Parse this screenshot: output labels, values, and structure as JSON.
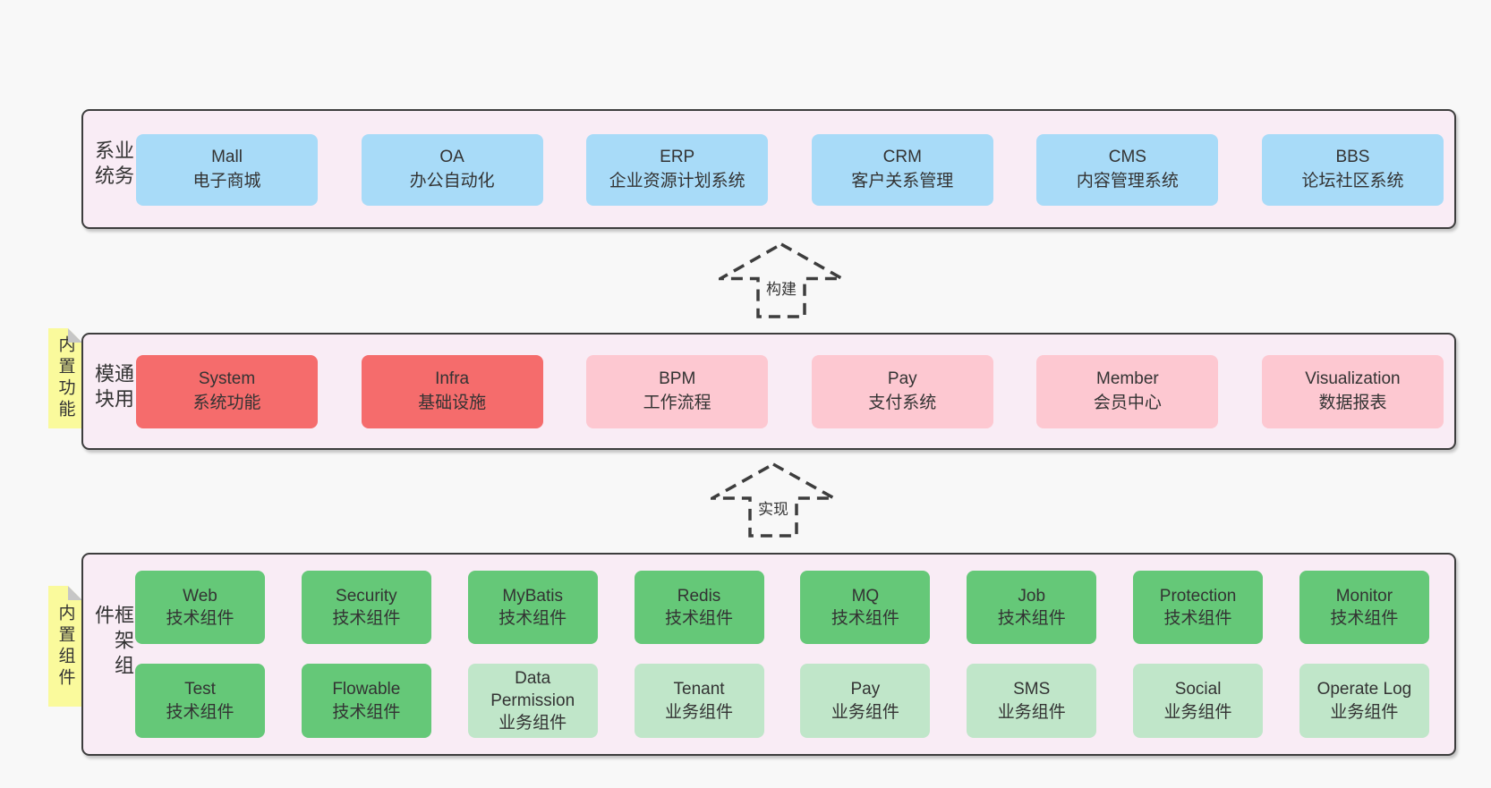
{
  "colors": {
    "page_bg": "#f8f8f8",
    "panel_bg": "#f9ecf5",
    "line": "#3d3d3d",
    "text": "#333333",
    "blue": "#a8dbf8",
    "red": "#f56c6c",
    "pink": "#fdc8d1",
    "green": "#65c878",
    "green_light": "#c0e6c9",
    "yellow": "#fafa9c",
    "fold": "#c6c6c6"
  },
  "arrows": [
    {
      "label": "构建"
    },
    {
      "label": "实现"
    }
  ],
  "layers": [
    {
      "label": "业务系统",
      "boxes": [
        {
          "en": "Mall",
          "zh": "电子商城",
          "variant": "blue"
        },
        {
          "en": "OA",
          "zh": "办公自动化",
          "variant": "blue"
        },
        {
          "en": "ERP",
          "zh": "企业资源计划系统",
          "variant": "blue"
        },
        {
          "en": "CRM",
          "zh": "客户关系管理",
          "variant": "blue"
        },
        {
          "en": "CMS",
          "zh": "内容管理系统",
          "variant": "blue"
        },
        {
          "en": "BBS",
          "zh": "论坛社区系统",
          "variant": "blue"
        }
      ]
    },
    {
      "label": "通用模块",
      "sticky": "内置功能",
      "boxes": [
        {
          "en": "System",
          "zh": "系统功能",
          "variant": "red"
        },
        {
          "en": "Infra",
          "zh": "基础设施",
          "variant": "red"
        },
        {
          "en": "BPM",
          "zh": "工作流程",
          "variant": "pink"
        },
        {
          "en": "Pay",
          "zh": "支付系统",
          "variant": "pink"
        },
        {
          "en": "Member",
          "zh": "会员中心",
          "variant": "pink"
        },
        {
          "en": "Visualization",
          "zh": "数据报表",
          "variant": "pink"
        }
      ]
    },
    {
      "label": "框架组件",
      "sticky": "内置组件",
      "rows": [
        [
          {
            "en": "Web",
            "zh": "技术组件",
            "variant": "green"
          },
          {
            "en": "Security",
            "zh": "技术组件",
            "variant": "green"
          },
          {
            "en": "MyBatis",
            "zh": "技术组件",
            "variant": "green"
          },
          {
            "en": "Redis",
            "zh": "技术组件",
            "variant": "green"
          },
          {
            "en": "MQ",
            "zh": "技术组件",
            "variant": "green"
          },
          {
            "en": "Job",
            "zh": "技术组件",
            "variant": "green"
          },
          {
            "en": "Protection",
            "zh": "技术组件",
            "variant": "green"
          },
          {
            "en": "Monitor",
            "zh": "技术组件",
            "variant": "green"
          }
        ],
        [
          {
            "en": "Test",
            "zh": "技术组件",
            "variant": "green"
          },
          {
            "en": "Flowable",
            "zh": "技术组件",
            "variant": "green"
          },
          {
            "en": "Data Permission",
            "zh": "业务组件",
            "variant": "green-light"
          },
          {
            "en": "Tenant",
            "zh": "业务组件",
            "variant": "green-light"
          },
          {
            "en": "Pay",
            "zh": "业务组件",
            "variant": "green-light"
          },
          {
            "en": "SMS",
            "zh": "业务组件",
            "variant": "green-light"
          },
          {
            "en": "Social",
            "zh": "业务组件",
            "variant": "green-light"
          },
          {
            "en": "Operate Log",
            "zh": "业务组件",
            "variant": "green-light"
          }
        ]
      ]
    }
  ]
}
